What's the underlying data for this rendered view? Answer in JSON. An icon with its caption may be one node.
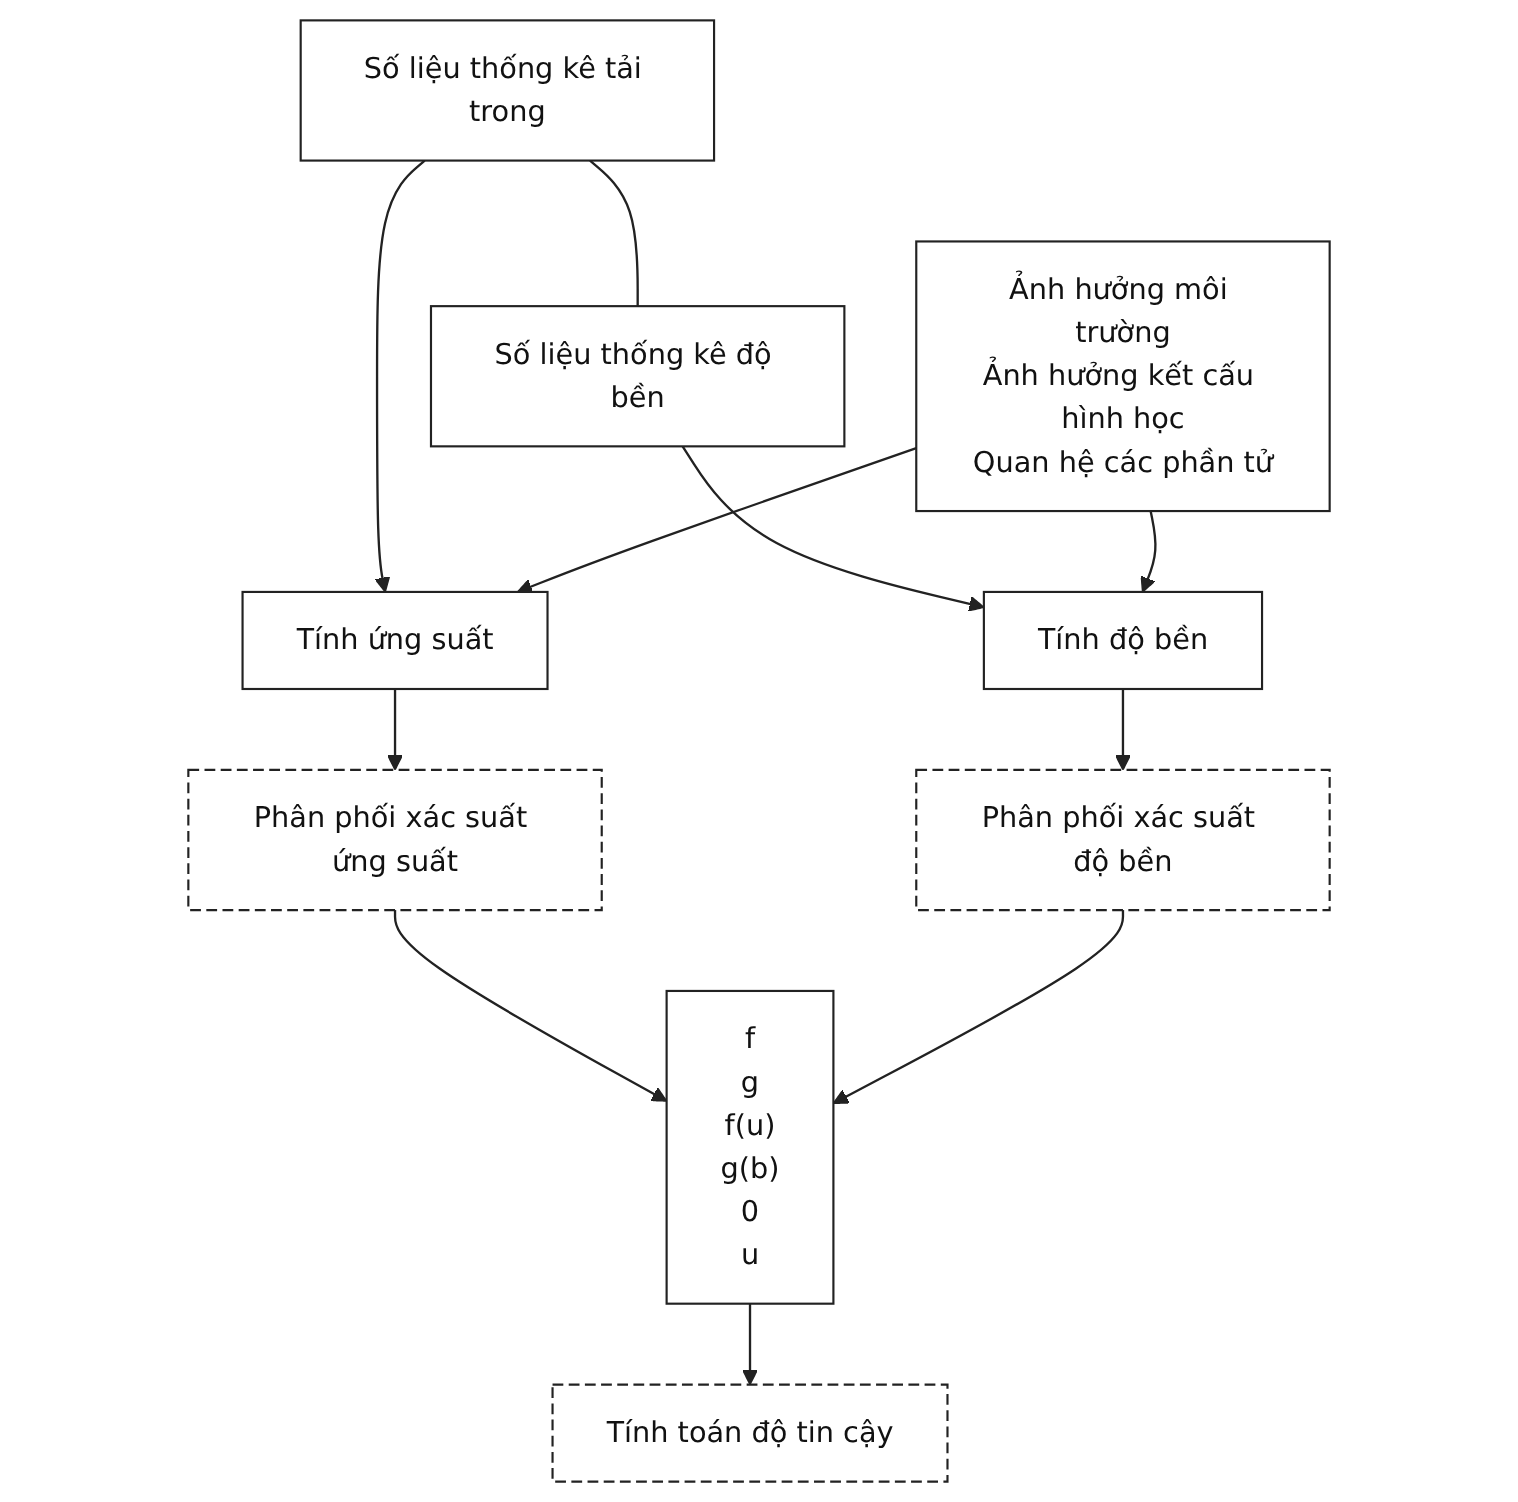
{
  "diagram": {
    "nodes": [
      {
        "text": [
          "Số liệu thống kê tải trong"
        ]
      },
      {
        "text": [
          "Số liệu thống kê độ bền"
        ]
      },
      {
        "text": [
          "Tính ứng suất"
        ]
      },
      {
        "text": [
          "Ảnh hưởng môi trường",
          "Ảnh hưởng kết cấu hình học",
          "Quan hệ các phần tử"
        ]
      },
      {
        "text": [
          "Tính độ bền"
        ]
      },
      {
        "text": [
          "Phân phối xác suất ứng suất"
        ]
      },
      {
        "text": [
          "Phân phối xác suất độ bền"
        ]
      },
      {
        "text": [
          "f",
          "g",
          "f(u)",
          "g(b)",
          "0",
          "u"
        ]
      },
      {
        "text": [
          "Tính toán độ tin cậy"
        ]
      }
    ],
    "edges": [
      {
        "from": 0,
        "to": 1,
        "arrow": "none"
      },
      {
        "from": 0,
        "to": 2,
        "arrow": "to"
      },
      {
        "from": 1,
        "to": 4,
        "arrow": "to"
      },
      {
        "from": 3,
        "to": 2,
        "arrow": "to"
      },
      {
        "from": 3,
        "to": 4,
        "arrow": "to"
      },
      {
        "from": 2,
        "to": 5,
        "arrow": "to"
      },
      {
        "from": 4,
        "to": 6,
        "arrow": "to"
      },
      {
        "from": 5,
        "to": 7,
        "arrow": "to"
      },
      {
        "from": 6,
        "to": 7,
        "arrow": "to"
      },
      {
        "from": 7,
        "to": 8,
        "arrow": "to"
      }
    ]
  }
}
